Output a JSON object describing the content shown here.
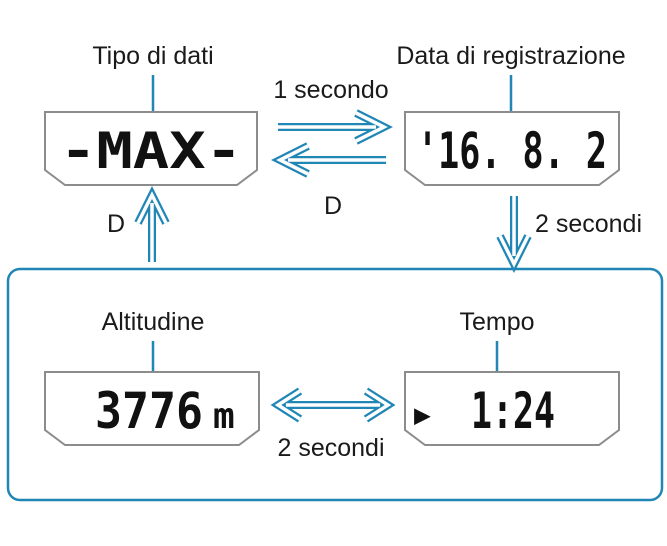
{
  "labels": {
    "data_type": "Tipo di dati",
    "record_date": "Data di registrazione",
    "altitude": "Altitudine",
    "time": "Tempo"
  },
  "transitions": {
    "top_right": "1 secondo",
    "top_left": "D",
    "right_down": "2 secondi",
    "left_up": "D",
    "bottom": "2 secondi"
  },
  "displays": {
    "data_type": "-MAX-",
    "record_date": "'16. 8. 2",
    "altitude_value": "3776",
    "altitude_unit": "m",
    "time_icon": "▶",
    "time_value": "1:24"
  },
  "colors": {
    "accent": "#1f86b5",
    "screen_border": "#8c8c8c",
    "text": "#1a1a1a"
  }
}
